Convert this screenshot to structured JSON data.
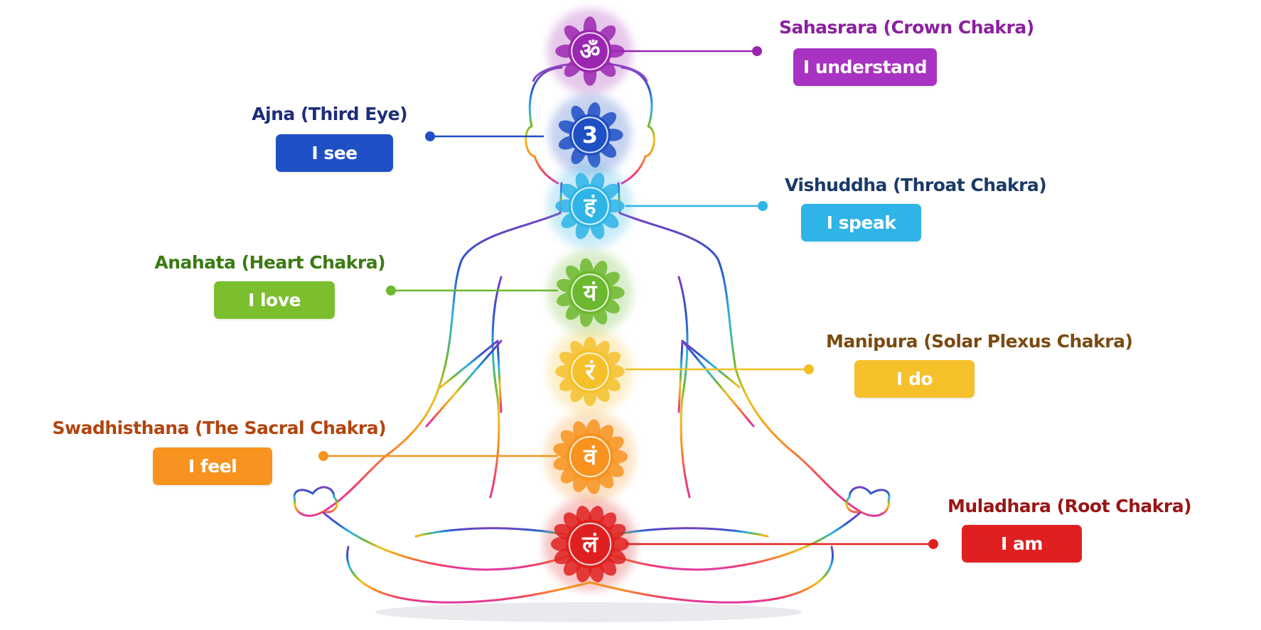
{
  "chakras": [
    {
      "id": "sahasrara",
      "title": "Sahasrara (Crown Chakra)",
      "affirmation": "I understand",
      "color": "#9b27b0",
      "glyph": "ॐ"
    },
    {
      "id": "ajna",
      "title": "Ajna (Third Eye)",
      "affirmation": "I see",
      "color": "#1f4fc4",
      "glyph": "3"
    },
    {
      "id": "vishuddha",
      "title": "Vishuddha (Throat Chakra)",
      "affirmation": "I speak",
      "color": "#2eb4e6",
      "glyph": "हं"
    },
    {
      "id": "anahata",
      "title": "Anahata (Heart Chakra)",
      "affirmation": "I love",
      "color": "#6cb82e",
      "glyph": "यं"
    },
    {
      "id": "manipura",
      "title": "Manipura (Solar Plexus Chakra)",
      "affirmation": "I do",
      "color": "#f5c02a",
      "glyph": "रं"
    },
    {
      "id": "swadhisthana",
      "title": "Swadhisthana (The Sacral Chakra)",
      "affirmation": "I feel",
      "color": "#f7931e",
      "glyph": "वं"
    },
    {
      "id": "muladhara",
      "title": "Muladhara (Root Chakra)",
      "affirmation": "I am",
      "color": "#e02020",
      "glyph": "लं"
    }
  ]
}
